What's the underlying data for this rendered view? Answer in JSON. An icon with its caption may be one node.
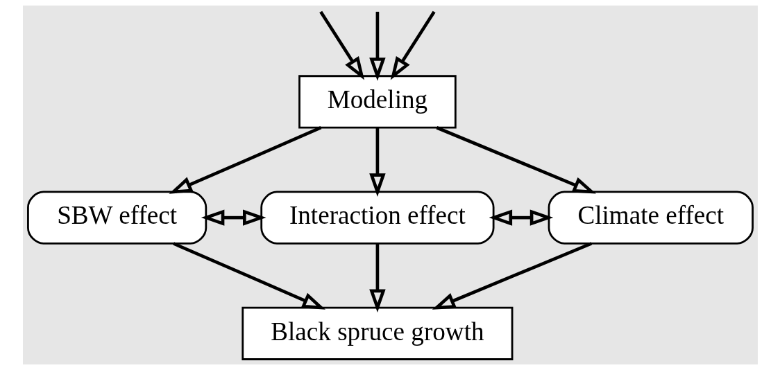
{
  "diagram": {
    "nodes": [
      {
        "text": [
          "Modeling"
        ]
      },
      {
        "text": [
          "SBW effect"
        ]
      },
      {
        "text": [
          "Interaction effect"
        ]
      },
      {
        "text": [
          "Climate effect"
        ]
      },
      {
        "text": [
          "Black spruce growth"
        ]
      }
    ],
    "edges": [
      {
        "from": null,
        "to": 0,
        "arrow": "to"
      },
      {
        "from": null,
        "to": 0,
        "arrow": "to"
      },
      {
        "from": null,
        "to": 0,
        "arrow": "to"
      },
      {
        "from": 0,
        "to": 1,
        "arrow": "to"
      },
      {
        "from": 0,
        "to": 2,
        "arrow": "to"
      },
      {
        "from": 0,
        "to": 3,
        "arrow": "to"
      },
      {
        "from": 1,
        "to": 2,
        "arrow": "both"
      },
      {
        "from": 2,
        "to": 3,
        "arrow": "both"
      },
      {
        "from": 1,
        "to": 4,
        "arrow": "to"
      },
      {
        "from": 2,
        "to": 4,
        "arrow": "to"
      },
      {
        "from": 3,
        "to": 4,
        "arrow": "to"
      }
    ]
  }
}
